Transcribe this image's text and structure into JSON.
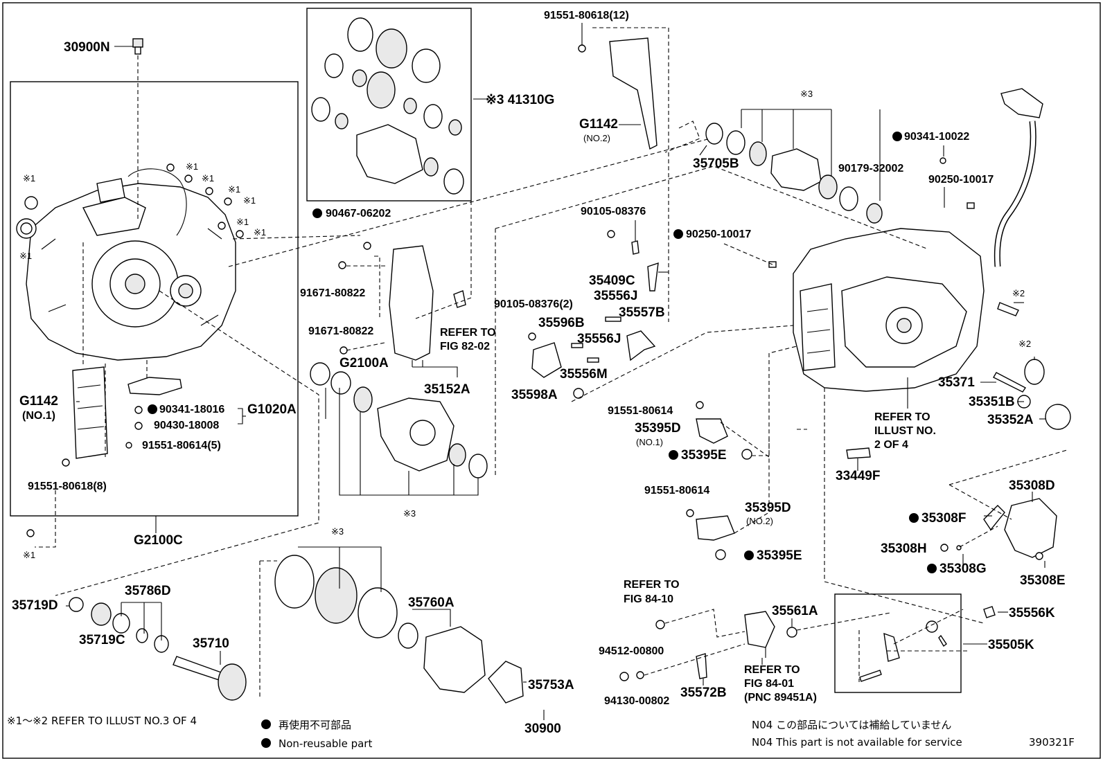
{
  "labels": {
    "l30900N": "30900N",
    "l41310G": "※3 41310G",
    "l91551_12": "91551-80618(12)",
    "lG1142_no2": "G1142",
    "lG1142_no2_sub": "(NO.2)",
    "l90467": "90467-06202",
    "l91671a": "91671-80822",
    "l91671b": "91671-80822",
    "lG2100A": "G2100A",
    "l35152A": "35152A",
    "lRefer8202": "REFER TO",
    "lRefer8202b": "FIG 82-02",
    "lG1142_no1": "G1142",
    "lG1142_no1_sub": "(NO.1)",
    "l90341_18016": "90341-18016",
    "lG1020A": "G1020A",
    "l90430": "90430-18008",
    "l91551_5": "91551-80614(5)",
    "l91551_8": "91551-80618(8)",
    "lG2100C": "G2100C",
    "lRef1a": "※1",
    "lRef1b": "※1",
    "lRef1c": "※1",
    "lRef1d": "※1",
    "lRef1e": "※1",
    "lRef1f": "※1",
    "lRef1g": "※1",
    "lRef1h": "※1",
    "lRef1i": "※1",
    "lRef3a": "※3",
    "lRef3b": "※3",
    "lRef3c": "※3",
    "l35705B": "35705B",
    "l90341_10022": "90341-10022",
    "l90179": "90179-32002",
    "l90250a": "90250-10017",
    "l90250b": "90250-10017",
    "l90105a": "90105-08376",
    "l35409C": "35409C",
    "l35556J_a": "35556J",
    "l35557B": "35557B",
    "l90105b": "90105-08376(2)",
    "l35596B": "35596B",
    "l35556J_b": "35556J",
    "l35556M": "35556M",
    "l35598A": "35598A",
    "l91551_80614a": "91551-80614",
    "l35395D_1": "35395D",
    "l35395D_1sub": "(NO.1)",
    "l35395E_a": "35395E",
    "l91551_80614b": "91551-80614",
    "l35395D_2": "35395D",
    "l35395D_2sub": "(NO.2)",
    "l35395E_b": "35395E",
    "lRef2a": "※2",
    "lRef2b": "※2",
    "l35371": "35371",
    "l35351B": "35351B",
    "l35352A": "35352A",
    "lReferIllust1": "REFER TO",
    "lReferIllust2": "ILLUST NO.",
    "lReferIllust3": "2 OF 4",
    "l33449F": "33449F",
    "l35308D": "35308D",
    "l35308F": "35308F",
    "l35308H": "35308H",
    "l35308G": "35308G",
    "l35308E": "35308E",
    "l35719D": "35719D",
    "l35786D": "35786D",
    "l35719C": "35719C",
    "l35710": "35710",
    "l35760A": "35760A",
    "l35753A": "35753A",
    "lRefer8410a": "REFER TO",
    "lRefer8410b": "FIG 84-10",
    "l35561A": "35561A",
    "l94512": "94512-00800",
    "l94130": "94130-00802",
    "l35572B": "35572B",
    "lRefer8401a": "REFER TO",
    "lRefer8401b": "FIG 84-01",
    "lRefer8401c": "(PNC 89451A)",
    "l35556K": "35556K",
    "l35505K": "35505K",
    "l30900": "30900"
  },
  "footer": {
    "ref_note": "※1～※2 REFER TO ILLUST NO.3 OF 4",
    "nonreuse_jp": "再使用不可部品",
    "nonreuse_en": "Non-reusable part",
    "n04_jp": "N04  この部品については補給していません",
    "n04_en": "N04  This part is not available for service",
    "code": "390321F"
  }
}
